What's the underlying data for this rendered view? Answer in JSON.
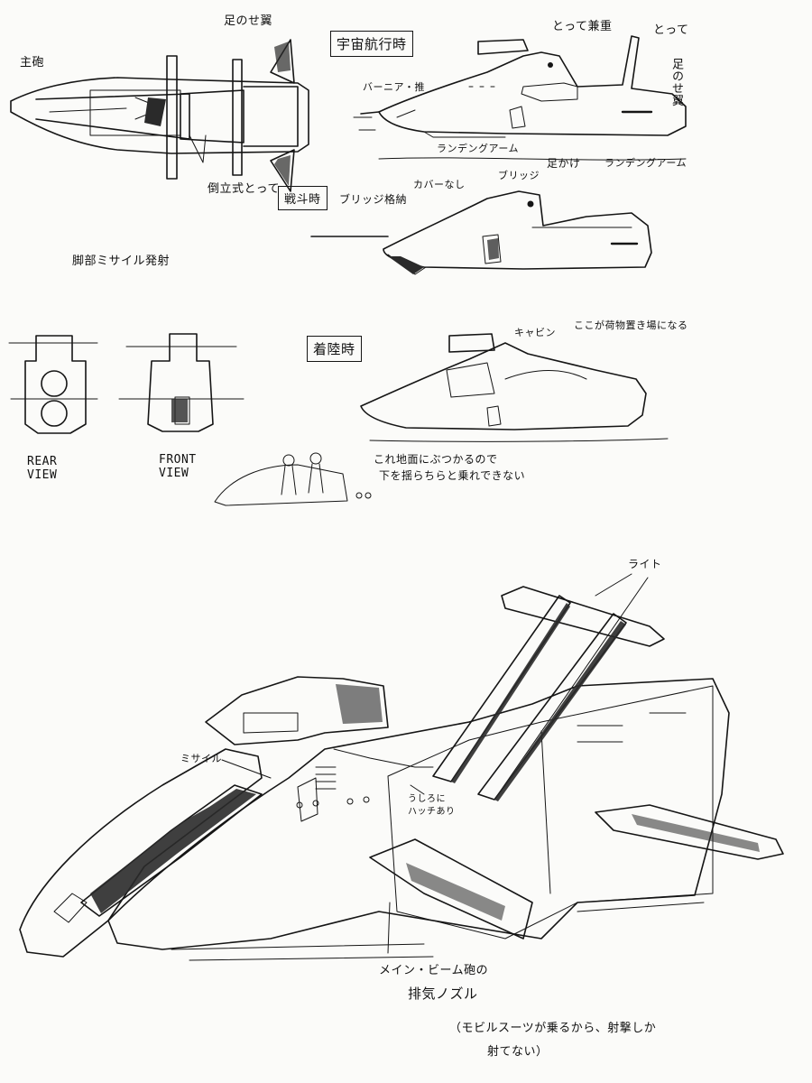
{
  "labels": {
    "main_gun": "主砲",
    "folding_wings": "足のせ翼",
    "space_flight_box": "宇宙航行時",
    "hold_top_right": "とって兼重",
    "hold_right": "とって",
    "leg_rest_wing": "足のせ翼",
    "vernier": "バーニア・推",
    "landing_gear": "ランデングアーム",
    "foot_rest": "足かけ",
    "landing_arm": "ランデングアーム",
    "fold_handle": "倒立式とって",
    "battle_box": "戦斗時",
    "cover": "カバーなし",
    "bridge_stored": "ブリッジ格納",
    "bridge_label": "ブリッジ",
    "missile_note": "脚部ミサイル発射",
    "rear_view": "REAR VIEW",
    "front_view": "FRONT VIEW",
    "landing_box": "着陸時",
    "cabin": "キャビン",
    "cargo_note": "ここが荷物置き場になる",
    "ground_note_1": "これ地面にぶつかるので",
    "ground_note_2": "下を揺らちらと乗れできない",
    "missile": "ミサイル",
    "light": "ライト",
    "hatch_note_1": "うしろに",
    "hatch_note_2": "ハッチあり",
    "nozzle_note_1": "メイン・ビーム砲の",
    "nozzle_note_2": "排気ノズル",
    "bottom_note_1": "（モビルスーツが乗るから、射撃しか",
    "bottom_note_2": "射てない）"
  }
}
